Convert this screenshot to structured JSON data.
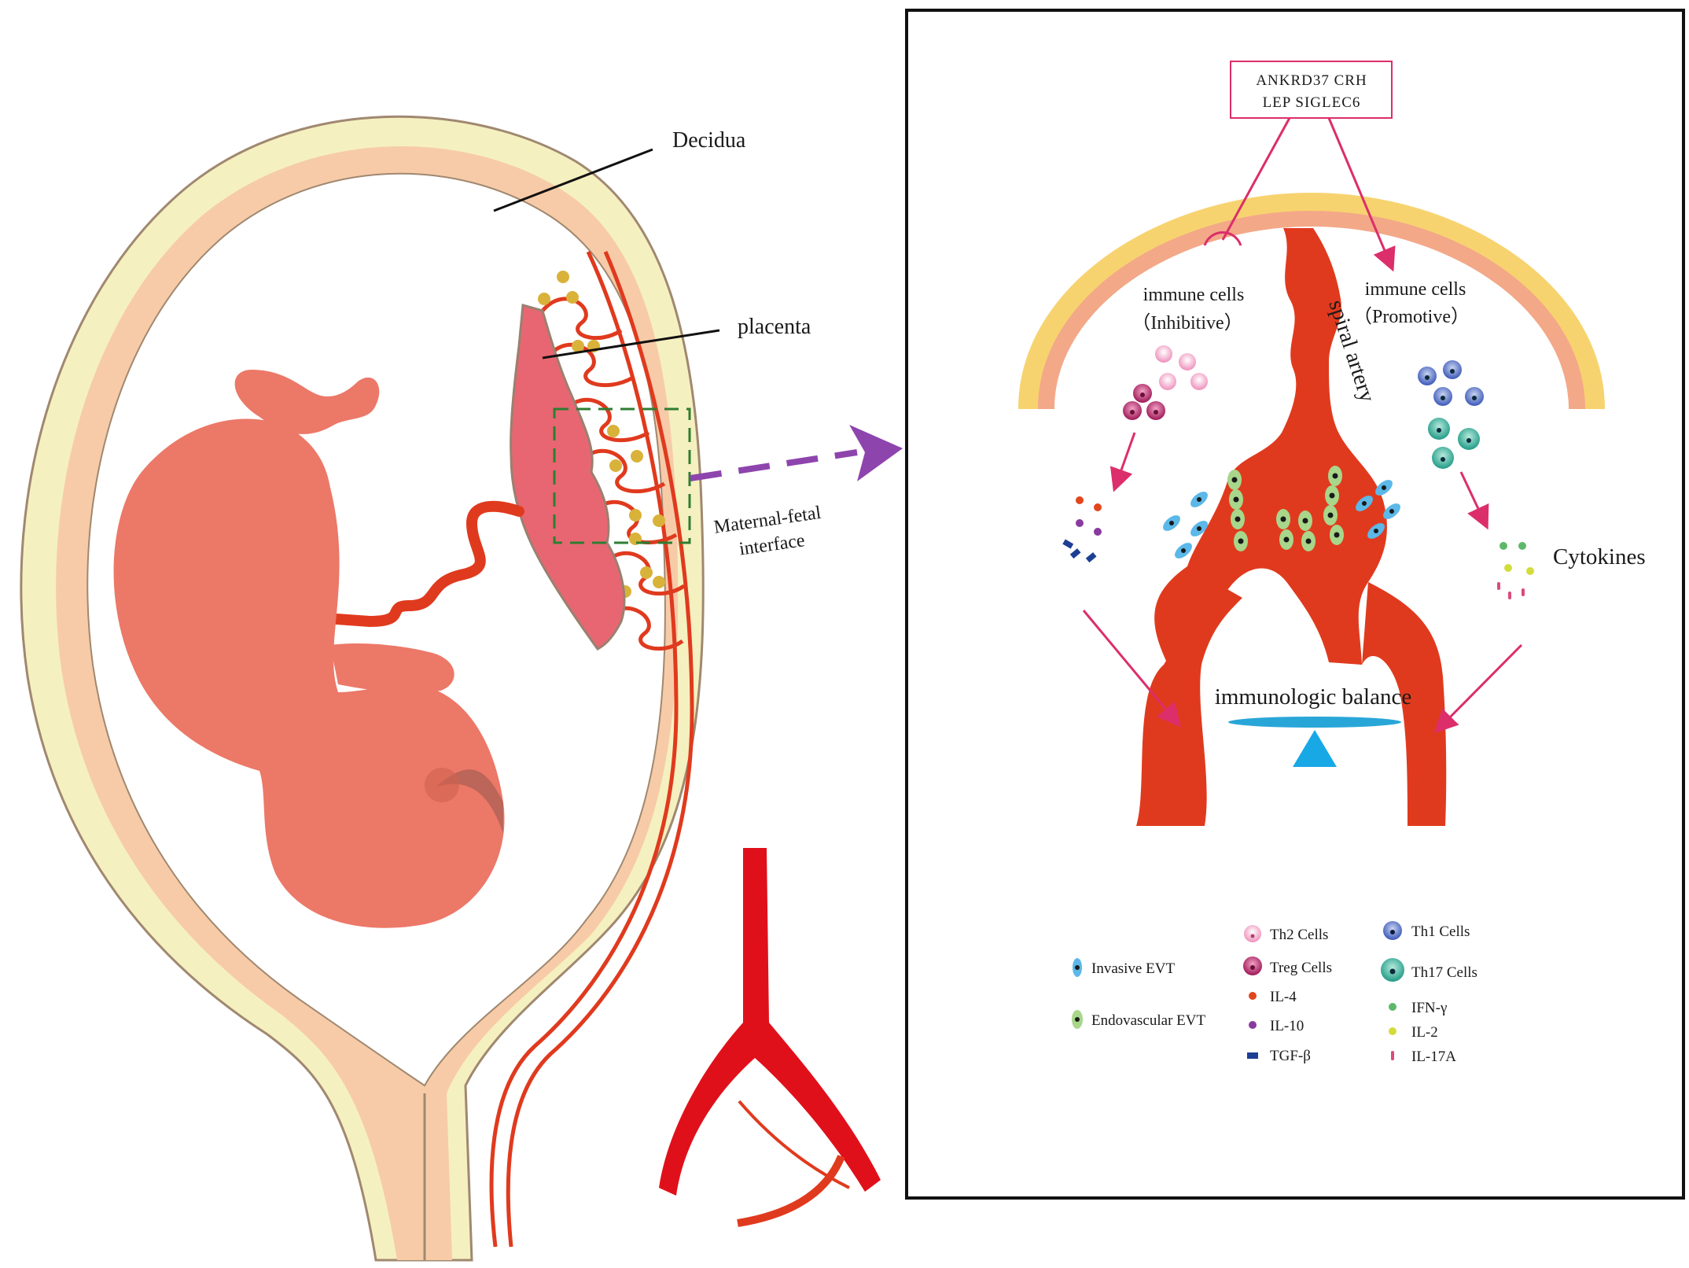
{
  "left_panel": {
    "decidua_label": "Decidua",
    "placenta_label": "placenta",
    "interface_label_line1": "Maternal-fetal",
    "interface_label_line2": "interface"
  },
  "right_panel": {
    "genes_line1": "ANKRD37 CRH",
    "genes_line2": "LEP SIGLEC6",
    "inhibitive_line1": "immune cells",
    "inhibitive_line2": "（Inhibitive）",
    "promotive_line1": "immune cells",
    "promotive_line2": "（Promotive）",
    "spiral_artery_label": "spiral artery",
    "cytokines_label": "Cytokines",
    "balance_label": "immunologic balance"
  },
  "legend": {
    "invasive_evt": "Invasive EVT",
    "endovascular_evt": "Endovascular EVT",
    "th2": "Th2 Cells",
    "treg": "Treg Cells",
    "il4": "IL-4",
    "il10": "IL-10",
    "tgfb": "TGF-β",
    "th1": "Th1 Cells",
    "th17": "Th17 Cells",
    "ifng": "IFN-γ",
    "il2": "IL-2",
    "il17a": "IL-17A"
  },
  "colors": {
    "decidua_outer": "#f5f0c0",
    "decidua_inner": "#f7cba8",
    "fetus": "#ec7868",
    "placenta": "#e86672",
    "artery": "#e03a1e",
    "vessel_dark": "#e0101a",
    "arrow_pink": "#dc2e6a",
    "dashed_arrow": "#8e44ad",
    "interface_box": "#2e7d32",
    "balance": "#29a6d8"
  }
}
